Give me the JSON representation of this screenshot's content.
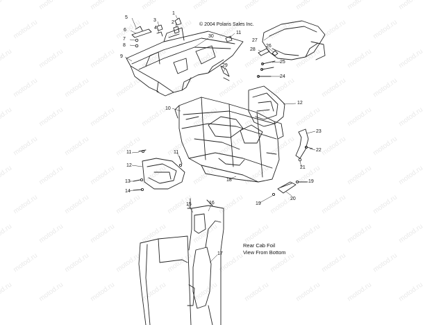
{
  "copyright": "© 2004 Polaris Sales Inc.",
  "caption": {
    "line1": "Rear Cab Foil",
    "line2": "View From Bottom"
  },
  "watermark": "motod.ru",
  "callouts": {
    "c1": "1",
    "c2": "2",
    "c3": "3",
    "c4": "4",
    "c5": "5",
    "c6": "6",
    "c7": "7",
    "c8": "8",
    "c9": "9",
    "c10": "10",
    "c11a": "11",
    "c11b": "11",
    "c11c": "11",
    "c12a": "12",
    "c12b": "12",
    "c13": "13",
    "c14": "14",
    "c15": "15",
    "c16": "16",
    "c17": "17",
    "c18": "18",
    "c19a": "19",
    "c19b": "19",
    "c20": "20",
    "c21": "21",
    "c22": "22",
    "c23": "23",
    "c24": "24",
    "c25": "25",
    "c26": "26",
    "c27": "27",
    "c28": "28",
    "c29": "29",
    "c30": "30"
  }
}
